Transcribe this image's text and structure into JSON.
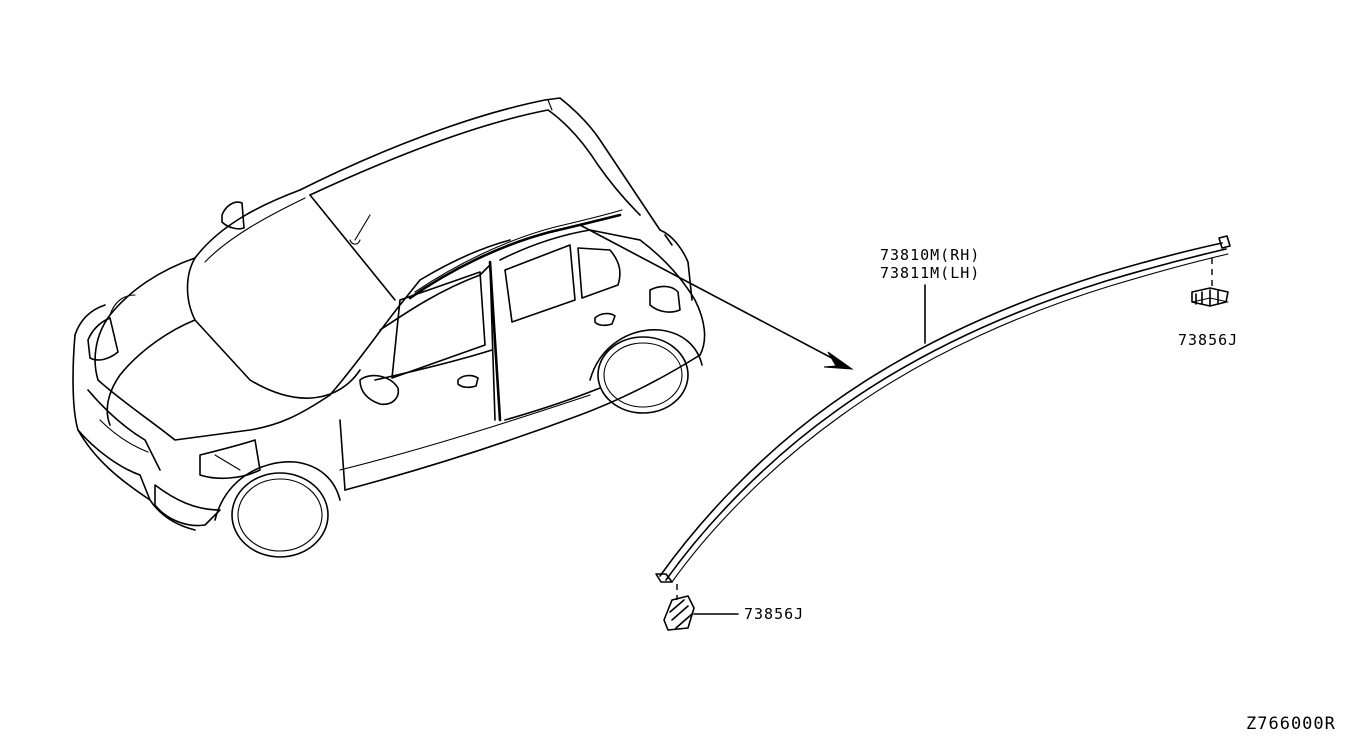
{
  "labels": {
    "part_rh": "73810M(RH)",
    "part_lh": "73811M(LH)",
    "clip_upper": "73856J",
    "clip_lower": "73856J",
    "diagram_code": "Z766000R"
  },
  "colors": {
    "line": "#000000",
    "background": "#ffffff"
  }
}
